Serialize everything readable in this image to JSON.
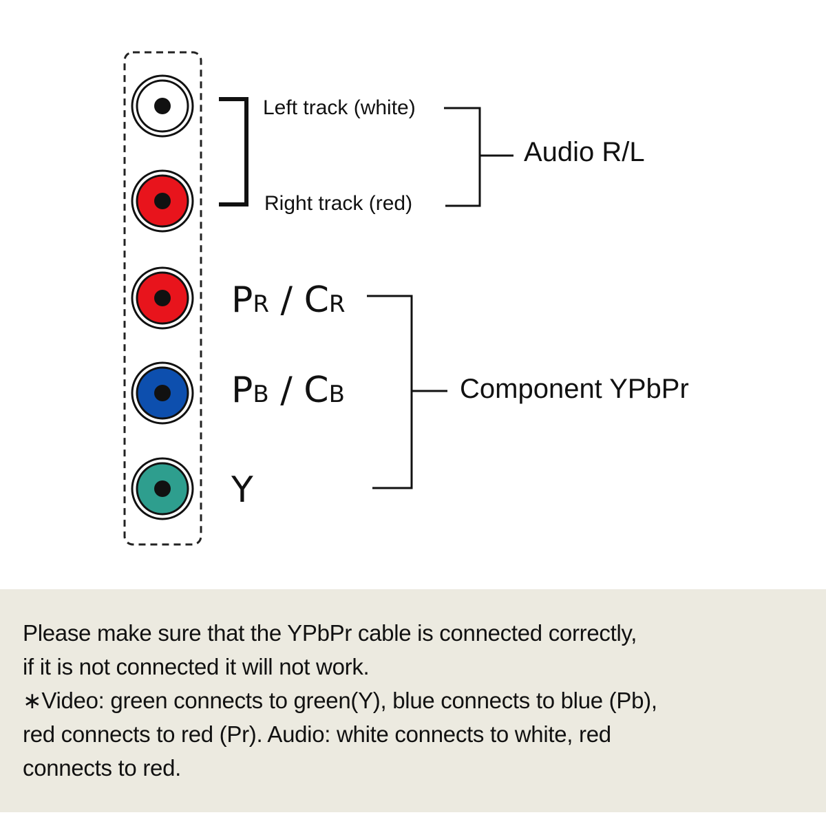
{
  "connectors": [
    {
      "id": "audio-left",
      "color": "#FFFFFF",
      "label": "Left track (white)"
    },
    {
      "id": "audio-right",
      "color": "#E8141C",
      "label": "Right track (red)"
    },
    {
      "id": "video-pr",
      "color": "#E8141C",
      "label_main": "P",
      "label_sub": "R",
      "label_sep": " / ",
      "label_main2": "C",
      "label_sub2": "R"
    },
    {
      "id": "video-pb",
      "color": "#0D4FAE",
      "label_main": "P",
      "label_sub": "B",
      "label_sep": " / ",
      "label_main2": "C",
      "label_sub2": "B"
    },
    {
      "id": "video-y",
      "color": "#2E9E8E",
      "label_main": "Y"
    }
  ],
  "groups": {
    "audio": "Audio R/L",
    "component": "Component YPbPr"
  },
  "note": {
    "lines": [
      "Please make sure that the YPbPr cable is connected correctly,",
      "if it is not connected it will not work.",
      "∗Video: green connects to green(Y), blue connects to blue (Pb),",
      "red connects to red (Pr). Audio: white connects to white, red",
      "connects to red."
    ]
  },
  "colors": {
    "band": "#ECEAE0",
    "line": "#111111"
  }
}
